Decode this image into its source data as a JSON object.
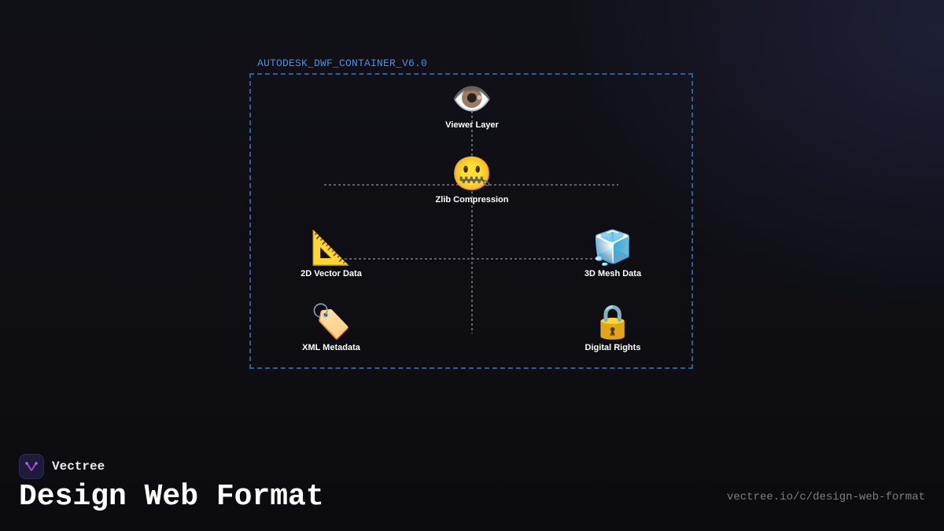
{
  "container": {
    "label": "AUTODESK_DWF_CONTAINER_V6.0"
  },
  "nodes": [
    {
      "id": "viewer",
      "icon": "👁️",
      "icon_name": "eye-icon",
      "label": "Viewer Layer"
    },
    {
      "id": "zlib",
      "icon": "🤐",
      "icon_name": "zipper-mouth-icon",
      "label": "Zlib Compression"
    },
    {
      "id": "vector",
      "icon": "📐",
      "icon_name": "triangular-ruler-icon",
      "label": "2D Vector Data"
    },
    {
      "id": "mesh",
      "icon": "🧊",
      "icon_name": "ice-cube-icon",
      "label": "3D Mesh Data"
    },
    {
      "id": "xml",
      "icon": "🏷️",
      "icon_name": "label-tag-icon",
      "label": "XML Metadata"
    },
    {
      "id": "rights",
      "icon": "🔒",
      "icon_name": "lock-icon",
      "label": "Digital Rights"
    }
  ],
  "colors": {
    "container_border": "#2f5e9c",
    "container_label": "#4f8fde",
    "connector": "#7a7a82",
    "background": "#0e0e13"
  },
  "footer": {
    "brand_name": "Vectree",
    "brand_logo_icon": "vectree-logo-icon",
    "title": "Design Web Format",
    "url": "vectree.io/c/design-web-format"
  }
}
